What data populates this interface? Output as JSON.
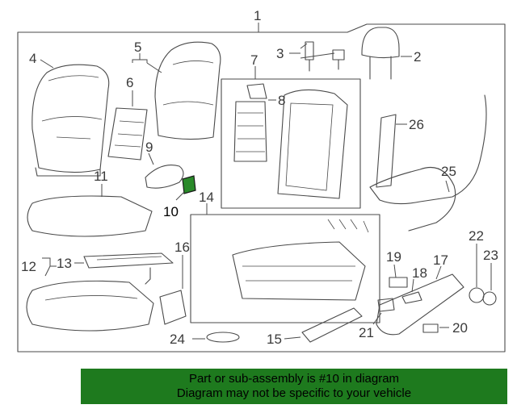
{
  "diagram": {
    "callouts": [
      "1",
      "2",
      "3",
      "4",
      "5",
      "6",
      "7",
      "8",
      "9",
      "10",
      "11",
      "12",
      "13",
      "14",
      "15",
      "16",
      "17",
      "18",
      "19",
      "20",
      "21",
      "22",
      "23",
      "24",
      "25",
      "26"
    ],
    "highlighted_part": "10"
  },
  "banner": {
    "line1": "Part or sub-assembly is #10 in diagram",
    "line2": "Diagram may not be specific to your vehicle"
  },
  "colors": {
    "banner_background": "#1e7a1e",
    "highlight": "#2a8a2a",
    "line": "#4a4a4a"
  }
}
